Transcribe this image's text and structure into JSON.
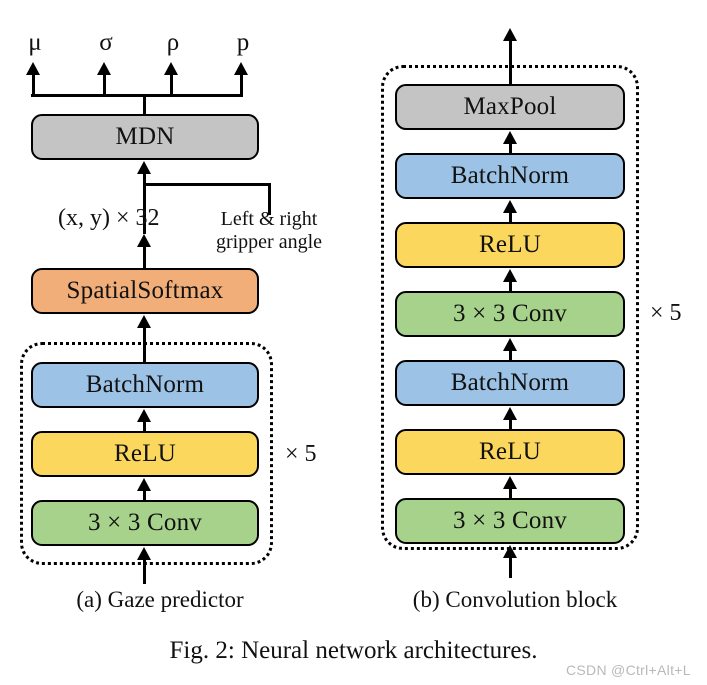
{
  "figure": {
    "caption": "Fig. 2: Neural network architectures.",
    "watermark": "CSDN @Ctrl+Alt+L"
  },
  "colors": {
    "gray": "#c4c4c4",
    "orange": "#f2ae79",
    "blue": "#9cc3e5",
    "yellow": "#fcd75e",
    "green": "#a6d28c",
    "stroke": "#000000",
    "background": "#ffffff",
    "watermark": "#b9b9b9"
  },
  "panel_a": {
    "subcaption": "(a) Gaze predictor",
    "outputs": [
      {
        "symbol": "μ",
        "name": "mu"
      },
      {
        "symbol": "σ",
        "name": "sigma"
      },
      {
        "symbol": "ρ",
        "name": "rho"
      },
      {
        "symbol": "p",
        "name": "p"
      }
    ],
    "blocks": [
      {
        "label": "MDN",
        "color": "gray"
      },
      {
        "label": "SpatialSoftmax",
        "color": "orange"
      },
      {
        "label": "BatchNorm",
        "color": "blue"
      },
      {
        "label": "ReLU",
        "color": "yellow"
      },
      {
        "label": "3 × 3 Conv",
        "color": "green"
      }
    ],
    "feature_label": "(x, y) × 32",
    "side_input_line1": "Left & right",
    "side_input_line2": "gripper angle",
    "repeat_label": "× 5"
  },
  "panel_b": {
    "subcaption": "(b) Convolution block",
    "blocks": [
      {
        "label": "MaxPool",
        "color": "gray"
      },
      {
        "label": "BatchNorm",
        "color": "blue"
      },
      {
        "label": "ReLU",
        "color": "yellow"
      },
      {
        "label": "3 × 3 Conv",
        "color": "green"
      },
      {
        "label": "BatchNorm",
        "color": "blue"
      },
      {
        "label": "ReLU",
        "color": "yellow"
      },
      {
        "label": "3 × 3 Conv",
        "color": "green"
      }
    ],
    "repeat_label": "× 5"
  }
}
